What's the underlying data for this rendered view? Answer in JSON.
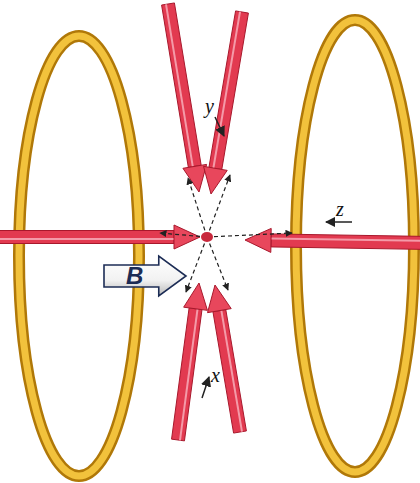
{
  "diagram": {
    "nodes": [
      {
        "text": [
          "B"
        ]
      }
    ],
    "labels": [
      "y",
      "z",
      "x"
    ]
  }
}
